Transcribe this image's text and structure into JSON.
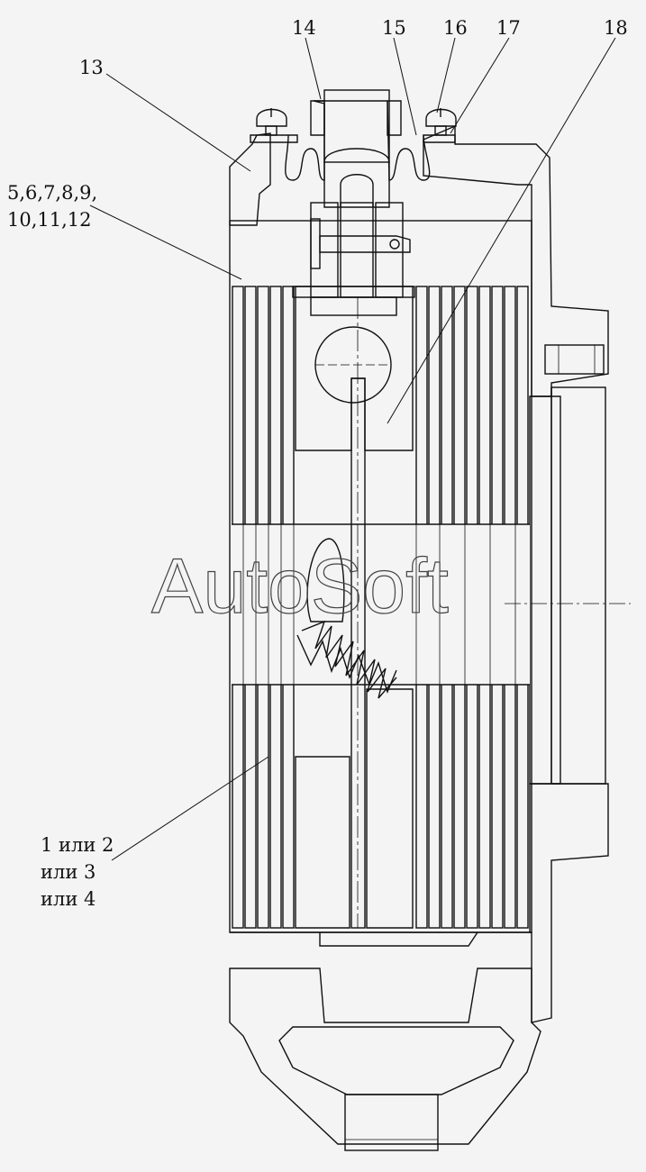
{
  "diagram": {
    "labels": {
      "l13": "13",
      "l14": "14",
      "l15": "15",
      "l16": "16",
      "l17": "17",
      "l18": "18",
      "l5_9": "5,6,7,8,9,",
      "l10_12": "10,11,12",
      "l1a": "1 или 2",
      "l1b": "или 3",
      "l1c": "или 4"
    },
    "watermark": "AutoSoft"
  }
}
